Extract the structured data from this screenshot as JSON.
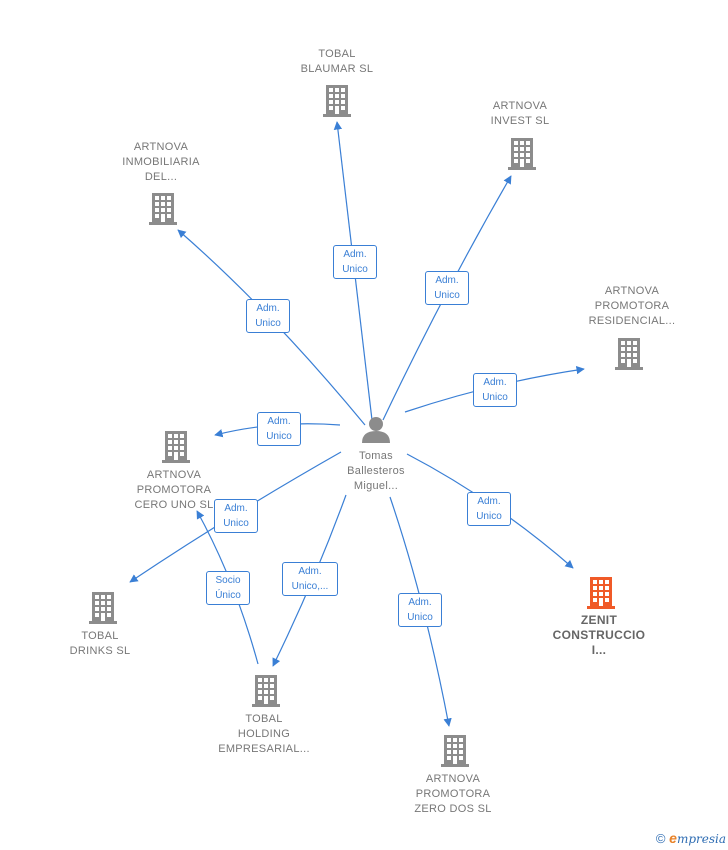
{
  "center": {
    "icon": "person-icon",
    "lines": [
      "Tomas",
      "Ballesteros",
      "Miguel..."
    ]
  },
  "nodes": [
    {
      "id": "tobal-blaumar",
      "lines": [
        "TOBAL",
        "BLAUMAR  SL"
      ],
      "icon": "building-icon"
    },
    {
      "id": "artnova-invest",
      "lines": [
        "ARTNOVA",
        "INVEST  SL"
      ],
      "icon": "building-icon"
    },
    {
      "id": "artnova-inmobiliaria",
      "lines": [
        "ARTNOVA",
        "INMOBILIARIA",
        "DEL..."
      ],
      "icon": "building-icon"
    },
    {
      "id": "artnova-promotora-residencial",
      "lines": [
        "ARTNOVA",
        "PROMOTORA",
        "RESIDENCIAL..."
      ],
      "icon": "building-icon"
    },
    {
      "id": "artnova-promotora-cero-uno",
      "lines": [
        "ARTNOVA",
        "PROMOTORA",
        "CERO UNO  SL"
      ],
      "icon": "building-icon"
    },
    {
      "id": "tobal-drinks",
      "lines": [
        "TOBAL",
        "DRINKS  SL"
      ],
      "icon": "building-icon"
    },
    {
      "id": "tobal-holding",
      "lines": [
        "TOBAL",
        "HOLDING",
        "EMPRESARIAL..."
      ],
      "icon": "building-icon"
    },
    {
      "id": "artnova-promotora-zero-dos",
      "lines": [
        "ARTNOVA",
        "PROMOTORA",
        "ZERO DOS  SL"
      ],
      "icon": "building-icon"
    },
    {
      "id": "zenit-construccio",
      "lines": [
        "ZENIT",
        "CONSTRUCCIO",
        "I..."
      ],
      "icon": "building-icon",
      "highlight": true
    }
  ],
  "edges": [
    {
      "to": "tobal-blaumar",
      "lines": [
        "Adm.",
        "Unico"
      ]
    },
    {
      "to": "artnova-invest",
      "lines": [
        "Adm.",
        "Unico"
      ]
    },
    {
      "to": "artnova-inmobiliaria",
      "lines": [
        "Adm.",
        "Unico"
      ]
    },
    {
      "to": "artnova-promotora-residencial",
      "lines": [
        "Adm.",
        "Unico"
      ]
    },
    {
      "to": "artnova-promotora-cero-uno",
      "lines": [
        "Adm.",
        "Unico"
      ]
    },
    {
      "to": "tobal-drinks",
      "lines": [
        "Adm.",
        "Unico"
      ]
    },
    {
      "to": "tobal-holding",
      "lines": [
        "Adm.",
        "Unico,..."
      ]
    },
    {
      "to": "artnova-promotora-zero-dos",
      "lines": [
        "Adm.",
        "Unico"
      ]
    },
    {
      "to": "zenit-construccio",
      "lines": [
        "Adm.",
        "Unico"
      ]
    },
    {
      "from": "tobal-holding",
      "to": "artnova-promotora-cero-uno",
      "lines": [
        "Socio",
        "Único"
      ]
    }
  ],
  "colors": {
    "edge": "#3a7fd5",
    "building": "#8c8c8c",
    "highlight_building": "#f05a28",
    "person": "#8c8c8c"
  },
  "footer": {
    "copyright": "©",
    "brand_initial": "e",
    "brand_rest": "mpresia"
  }
}
